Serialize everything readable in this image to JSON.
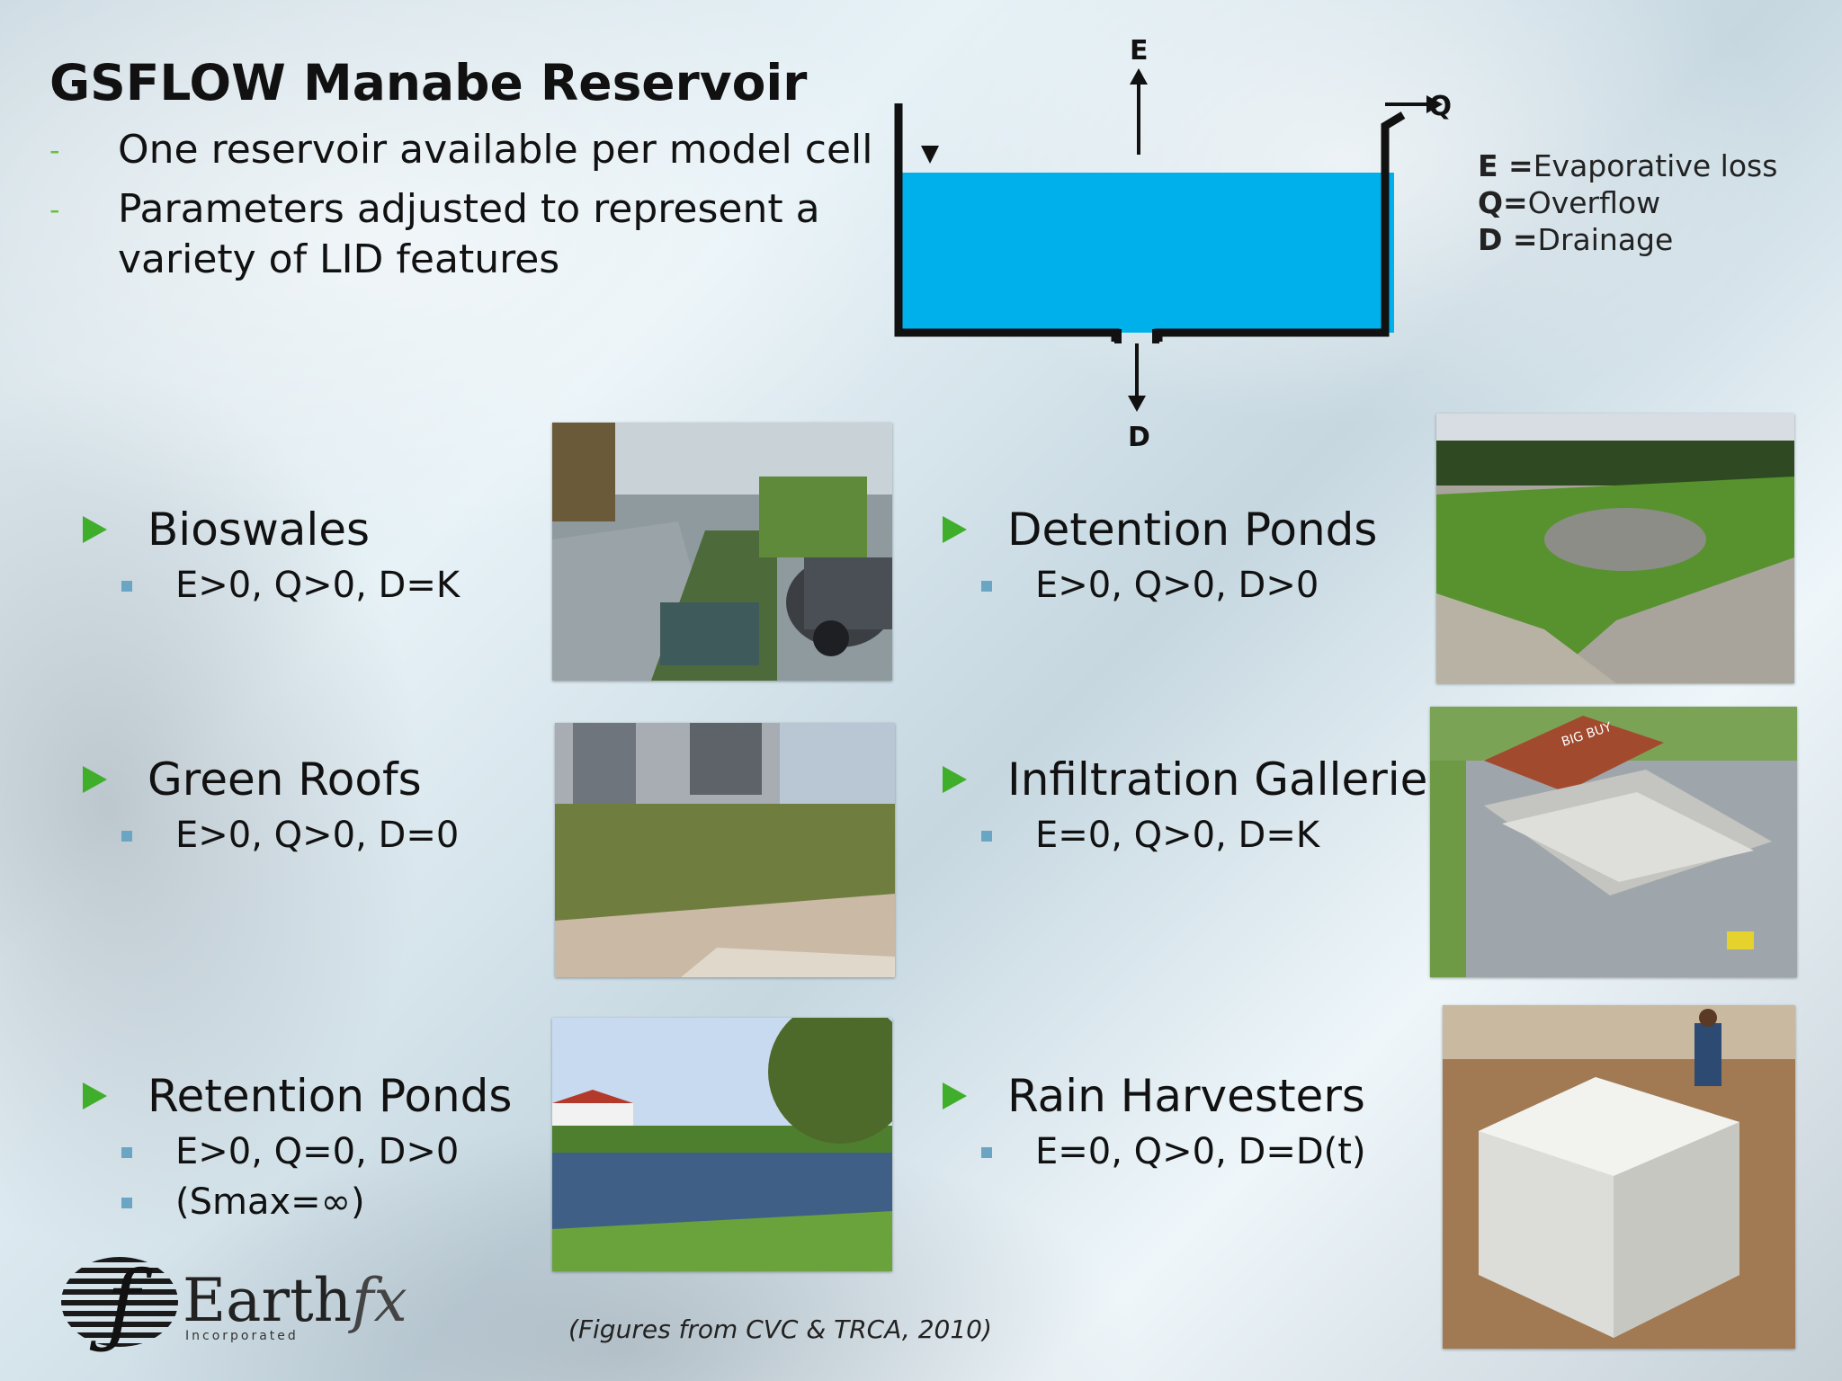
{
  "title": "GSFLOW Manabe Reservoir",
  "intro": {
    "items": [
      {
        "bullet": "-",
        "lines": [
          "One reservoir available per model cell"
        ]
      },
      {
        "bullet": "-",
        "lines": [
          "Parameters adjusted to represent a",
          "variety of LID features"
        ]
      }
    ]
  },
  "diagram": {
    "labels": {
      "E": "E",
      "Q": "Q",
      "D": "D"
    },
    "water_color": "#00b0ea"
  },
  "legend": [
    {
      "key": "E =",
      "value": "Evaporative loss"
    },
    {
      "key": "Q=",
      "value": "Overflow"
    },
    {
      "key": "D =",
      "value": "Drainage"
    }
  ],
  "features": [
    {
      "name": "Bioswales",
      "subs": [
        "E>0, Q>0, D=K"
      ]
    },
    {
      "name": "Green Roofs",
      "subs": [
        "E>0, Q>0, D=0"
      ]
    },
    {
      "name": "Retention Ponds",
      "subs": [
        "E>0, Q=0, D>0",
        "(Smax=∞)"
      ]
    },
    {
      "name": "Detention Ponds",
      "subs": [
        "E>0, Q>0, D>0"
      ]
    },
    {
      "name": "Infiltration Galleries",
      "subs": [
        "E=0, Q>0, D=K"
      ]
    },
    {
      "name": "Rain Harvesters",
      "subs": [
        "E=0, Q>0, D=D(t)"
      ]
    }
  ],
  "photos": {
    "infiltration_sign": "BIG BUY"
  },
  "caption": "(Figures from CVC & TRCA, 2010)",
  "logo": {
    "word": "Earth",
    "suffix": "fx",
    "sub": "Incorporated"
  },
  "colors": {
    "arrow": "#3fae2a",
    "dash": "#6cbf3e",
    "bullet": "#6aa6c4"
  }
}
